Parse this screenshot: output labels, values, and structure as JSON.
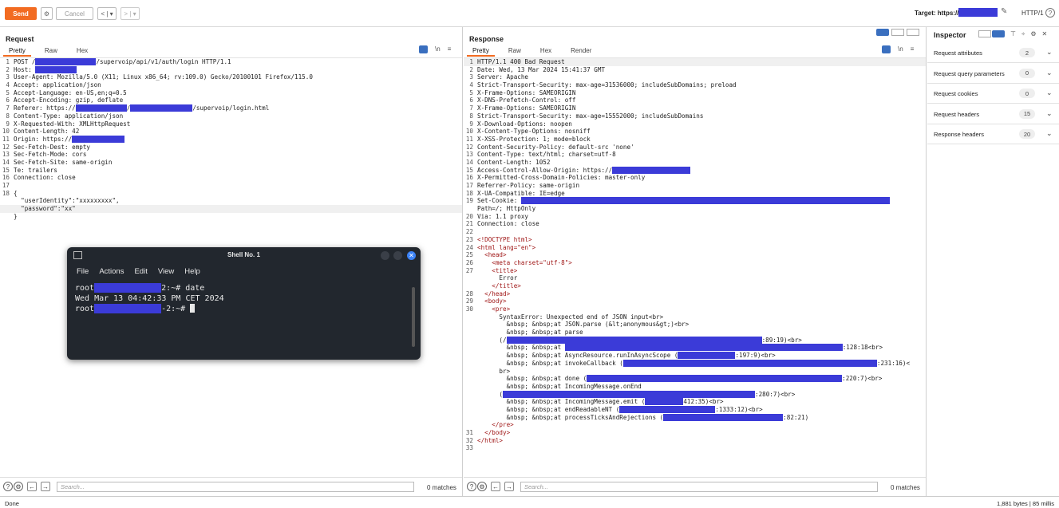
{
  "toolbar": {
    "send": "Send",
    "cancel": "Cancel",
    "nav_back": "< | ▾",
    "nav_fwd": "> | ▾",
    "target_label": "Target: https://",
    "http_version": "HTTP/1",
    "help": "?"
  },
  "request": {
    "title": "Request",
    "tabs": [
      "Pretty",
      "Raw",
      "Hex"
    ],
    "lines": [
      {
        "n": "1",
        "t": "POST /",
        "r": 76,
        "t2": "/supervoip/api/v1/auth/login HTTP/1.1"
      },
      {
        "n": "2",
        "t": "Host: ",
        "r": 52,
        "t2": ""
      },
      {
        "n": "3",
        "t": "User-Agent: Mozilla/5.0 (X11; Linux x86_64; rv:109.0) Gecko/20100101 Firefox/115.0"
      },
      {
        "n": "4",
        "t": "Accept: application/json"
      },
      {
        "n": "5",
        "t": "Accept-Language: en-US,en;q=0.5"
      },
      {
        "n": "6",
        "t": "Accept-Encoding: gzip, deflate"
      },
      {
        "n": "7",
        "t": "Referer: https://",
        "r": 64,
        "t2": "/",
        "r2": 78,
        "t3": "/supervoip/login.html"
      },
      {
        "n": "8",
        "t": "Content-Type: application/json"
      },
      {
        "n": "9",
        "t": "X-Requested-With: XMLHttpRequest"
      },
      {
        "n": "10",
        "t": "Content-Length: 42"
      },
      {
        "n": "11",
        "t": "Origin: https://",
        "r": 66,
        "t2": ""
      },
      {
        "n": "12",
        "t": "Sec-Fetch-Dest: empty"
      },
      {
        "n": "13",
        "t": "Sec-Fetch-Mode: cors"
      },
      {
        "n": "14",
        "t": "Sec-Fetch-Site: same-origin"
      },
      {
        "n": "15",
        "t": "Te: trailers"
      },
      {
        "n": "16",
        "t": "Connection: close"
      },
      {
        "n": "17",
        "t": ""
      },
      {
        "n": "18",
        "t": "{"
      },
      {
        "n": "",
        "t": "  \"userIdentity\":\"xxxxxxxxx\","
      },
      {
        "n": "",
        "t": "  \"password\":\"xx\"",
        "hl": true
      },
      {
        "n": "",
        "t": "}"
      }
    ],
    "search_placeholder": "Search...",
    "matches": "0 matches"
  },
  "response": {
    "title": "Response",
    "tabs": [
      "Pretty",
      "Raw",
      "Hex",
      "Render"
    ],
    "lines": [
      {
        "n": "1",
        "t": "HTTP/1.1 400 Bad Request",
        "hl": true
      },
      {
        "n": "2",
        "t": "Date: Wed, 13 Mar 2024 15:41:37 GMT"
      },
      {
        "n": "3",
        "t": "Server: Apache"
      },
      {
        "n": "4",
        "t": "Strict-Transport-Security: max-age=31536000; includeSubDomains; preload"
      },
      {
        "n": "5",
        "t": "X-Frame-Options: SAMEORIGIN"
      },
      {
        "n": "6",
        "t": "X-DNS-Prefetch-Control: off"
      },
      {
        "n": "7",
        "t": "X-Frame-Options: SAMEORIGIN"
      },
      {
        "n": "8",
        "t": "Strict-Transport-Security: max-age=15552000; includeSubDomains"
      },
      {
        "n": "9",
        "t": "X-Download-Options: noopen"
      },
      {
        "n": "10",
        "t": "X-Content-Type-Options: nosniff"
      },
      {
        "n": "11",
        "t": "X-XSS-Protection: 1; mode=block"
      },
      {
        "n": "12",
        "t": "Content-Security-Policy: default-src 'none'"
      },
      {
        "n": "13",
        "t": "Content-Type: text/html; charset=utf-8"
      },
      {
        "n": "14",
        "t": "Content-Length: 1052"
      },
      {
        "n": "15",
        "t": "Access-Control-Allow-Origin: https://",
        "r": 98,
        "t2": ""
      },
      {
        "n": "16",
        "t": "X-Permitted-Cross-Domain-Policies: master-only"
      },
      {
        "n": "17",
        "t": "Referrer-Policy: same-origin"
      },
      {
        "n": "18",
        "t": "X-UA-Compatible: IE=edge"
      },
      {
        "n": "19",
        "t": "Set-Cookie: ",
        "r": 462,
        "t2": ""
      },
      {
        "n": "",
        "t": "Path=/; HttpOnly"
      },
      {
        "n": "20",
        "t": "Via: 1.1 proxy"
      },
      {
        "n": "21",
        "t": "Connection: close"
      },
      {
        "n": "22",
        "t": ""
      },
      {
        "n": "23",
        "t": "<!DOCTYPE html>",
        "tag": true
      },
      {
        "n": "24",
        "t": "<html lang=\"en\">",
        "tag": true
      },
      {
        "n": "25",
        "t": "  <head>",
        "tag": true
      },
      {
        "n": "26",
        "t": "    <meta charset=\"utf-8\">",
        "tag": true
      },
      {
        "n": "27",
        "t": "    <title>",
        "tag": true
      },
      {
        "n": "",
        "t": "      Error"
      },
      {
        "n": "",
        "t": "    </title>",
        "tag": true
      },
      {
        "n": "28",
        "t": "  </head>",
        "tag": true
      },
      {
        "n": "29",
        "t": "  <body>",
        "tag": true
      },
      {
        "n": "30",
        "t": "    <pre>",
        "tag": true
      },
      {
        "n": "",
        "t": "      SyntaxError: Unexpected end of JSON input<br>"
      },
      {
        "n": "",
        "t": "        &nbsp; &nbsp;at JSON.parse (&lt;anonymous&gt;)<br>"
      },
      {
        "n": "",
        "t": "        &nbsp; &nbsp;at parse"
      },
      {
        "n": "",
        "t": "      (/",
        "r": 320,
        "t2": ":89:19)<br>"
      },
      {
        "n": "",
        "t": "        &nbsp; &nbsp;at ",
        "r": 348,
        "t2": ":128:18<br>"
      },
      {
        "n": "",
        "t": "        &nbsp; &nbsp;at AsyncResource.runInAsyncScope (",
        "r": 72,
        "t2": ":197:9)<br>"
      },
      {
        "n": "",
        "t": "        &nbsp; &nbsp;at invokeCallback (",
        "r": 318,
        "t2": ":231:16)<"
      },
      {
        "n": "",
        "t": "      br>"
      },
      {
        "n": "",
        "t": "        &nbsp; &nbsp;at done (",
        "r": 320,
        "t2": ":220:7)<br>"
      },
      {
        "n": "",
        "t": "        &nbsp; &nbsp;at IncomingMessage.onEnd"
      },
      {
        "n": "",
        "t": "      (",
        "r": 316,
        "t2": ":280:7)<br>"
      },
      {
        "n": "",
        "t": "        &nbsp; &nbsp;at IncomingMessage.emit (",
        "r": 48,
        "t2": "412:35)<br>"
      },
      {
        "n": "",
        "t": "        &nbsp; &nbsp;at endReadableNT (",
        "r": 120,
        "t2": ":1333:12)<br>"
      },
      {
        "n": "",
        "t": "        &nbsp; &nbsp;at processTicksAndRejections (",
        "r": 150,
        "t2": ":82:21)"
      },
      {
        "n": "",
        "t": "    </pre>",
        "tag": true
      },
      {
        "n": "31",
        "t": "  </body>",
        "tag": true
      },
      {
        "n": "32",
        "t": "</html>",
        "tag": true
      },
      {
        "n": "33",
        "t": ""
      }
    ],
    "search_placeholder": "Search...",
    "matches": "0 matches"
  },
  "inspector": {
    "title": "Inspector",
    "rows": [
      {
        "label": "Request attributes",
        "count": "2"
      },
      {
        "label": "Request query parameters",
        "count": "0"
      },
      {
        "label": "Request cookies",
        "count": "0"
      },
      {
        "label": "Request headers",
        "count": "15"
      },
      {
        "label": "Response headers",
        "count": "20"
      }
    ]
  },
  "shell": {
    "title": "Shell No. 1",
    "menu": [
      "File",
      "Actions",
      "Edit",
      "View",
      "Help"
    ],
    "line1_pre": "root",
    "line1_post": "2:~# date",
    "line2": "Wed Mar 13 04:42:33 PM CET 2024",
    "line3_pre": "root",
    "line3_post": "-2:~# "
  },
  "status": {
    "left": "Done",
    "right": "1,881 bytes | 85 millis"
  },
  "colors": {
    "accent": "#f26b21",
    "redaction": "#3b3bd8",
    "shell_bg": "#22272e"
  }
}
